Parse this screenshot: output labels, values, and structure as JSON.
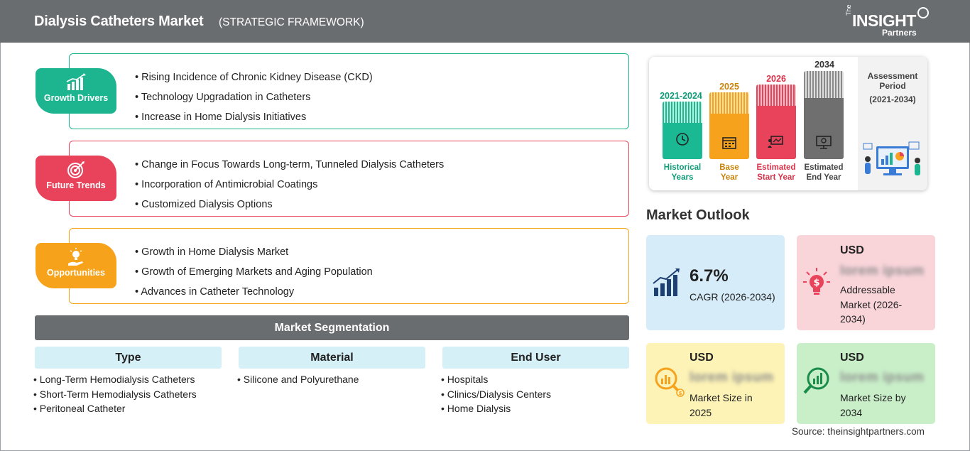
{
  "header": {
    "title": "Dialysis Catheters Market",
    "subtitle": "(STRATEGIC FRAMEWORK)",
    "logo_the": "The",
    "logo_main": "INSIGHT",
    "logo_partners": "Partners"
  },
  "framework": [
    {
      "badge": "Growth Drivers",
      "icon": "bar-chart-growth-icon",
      "color": "#1db58f",
      "items": [
        "Rising Incidence of Chronic Kidney Disease (CKD)",
        "Technology Upgradation in Catheters",
        "Increase in Home Dialysis Initiatives"
      ]
    },
    {
      "badge": "Future Trends",
      "icon": "target-icon",
      "color": "#e8435a",
      "items": [
        "Change in Focus Towards Long-term, Tunneled Dialysis Catheters",
        "Incorporation of Antimicrobial Coatings",
        "Customized Dialysis Options"
      ]
    },
    {
      "badge": "Opportunities",
      "icon": "lightbulb-hand-icon",
      "color": "#f7a21b",
      "items": [
        "Growth in Home Dialysis Market",
        "Growth of Emerging Markets and Aging Population",
        "Advances in Catheter Technology"
      ]
    }
  ],
  "segmentation": {
    "title": "Market Segmentation",
    "columns": [
      {
        "head": "Type",
        "items": [
          "Long-Term Hemodialysis Catheters",
          "Short-Term Hemodialysis Catheters",
          "Peritoneal Catheter"
        ]
      },
      {
        "head": "Material",
        "items": [
          "Silicone and Polyurethane"
        ]
      },
      {
        "head": "End User",
        "items": [
          "Hospitals",
          "Clinics/Dialysis Centers",
          "Home Dialysis"
        ]
      }
    ]
  },
  "timeline": {
    "bars": [
      {
        "year": "2021-2024",
        "label_line1": "Historical",
        "label_line2": "Years",
        "color": "#1bb894",
        "icon": "history-icon"
      },
      {
        "year": "2025",
        "label_line1": "Base",
        "label_line2": "Year",
        "color": "#f6a21c",
        "icon": "calendar-icon"
      },
      {
        "year": "2026",
        "label_line1": "Estimated",
        "label_line2": "Start Year",
        "color": "#e8435a",
        "icon": "presentation-icon"
      },
      {
        "year": "2034",
        "label_line1": "Estimated",
        "label_line2": "End Year",
        "color": "#6f6f6f",
        "icon": "monitor-icon"
      }
    ],
    "assessment_line1": "Assessment",
    "assessment_line2": "Period",
    "assessment_range": "(2021-2034)"
  },
  "outlook": {
    "title": "Market Outlook",
    "cagr_value": "6.7%",
    "cagr_label": "CAGR (2026-2034)",
    "addressable_usd": "USD",
    "addressable_value": "lorem ipsum",
    "addressable_desc_1": "Addressable",
    "addressable_desc_2": "Market (2026-",
    "addressable_desc_3": "2034)",
    "size2025_usd": "USD",
    "size2025_value": "lorem ipsum",
    "size2025_desc_1": "Market Size in",
    "size2025_desc_2": "2025",
    "size2034_usd": "USD",
    "size2034_value": "lorem ipsum",
    "size2034_desc_1": "Market Size by",
    "size2034_desc_2": "2034",
    "colors": {
      "cagr": "#d6ecf8",
      "addressable": "#f9d5da",
      "size2025": "#fdf3b6",
      "size2034": "#c9efc9"
    }
  },
  "source": "Source: theinsightpartners.com"
}
